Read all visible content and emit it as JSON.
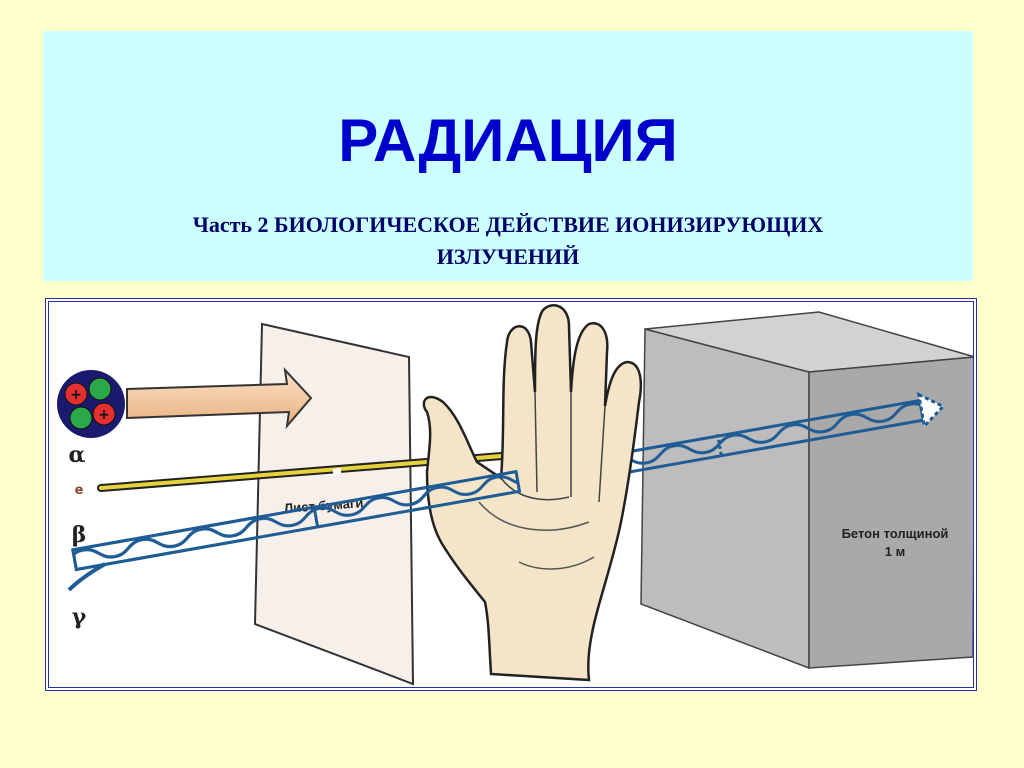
{
  "slide": {
    "title": "РАДИАЦИЯ",
    "subtitle_line1": "Часть 2 БИОЛОГИЧЕСКОЕ ДЕЙСТВИЕ ИОНИЗИРУЮЩИХ",
    "subtitle_line2": "ИЗЛУЧЕНИЙ"
  },
  "figure": {
    "particle_labels": {
      "alpha": "α",
      "electron": "e",
      "beta": "β",
      "gamma": "γ"
    },
    "nucleus_charge": "+",
    "paper_label": "Лист бумаги",
    "concrete_label_line1": "Бетон толщиной",
    "concrete_label_line2": "1 м"
  },
  "colors": {
    "background": "#FFFFCC",
    "title_panel": "#CCFFFF",
    "title_text": "#0000CC",
    "frame_border": "#2233AA",
    "gamma_wave": "#1F5C96",
    "alpha_arrow": "#F5C79A",
    "beta_ray": "#E6D23C"
  }
}
